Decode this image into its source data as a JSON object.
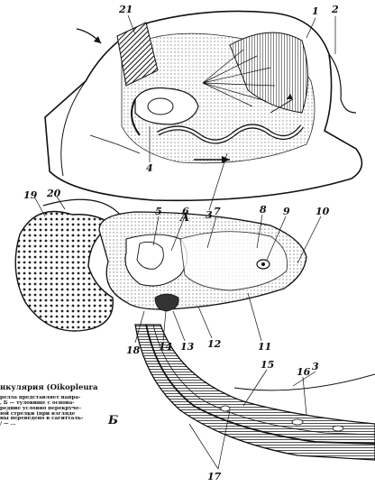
{
  "figure": {
    "panels": {
      "a": "A",
      "b": "Б"
    },
    "labels_a": [
      "21",
      "1",
      "2",
      "4",
      "3"
    ],
    "labels_b": [
      "19",
      "20",
      "5",
      "6",
      "7",
      "8",
      "9",
      "10",
      "18",
      "14",
      "13",
      "12",
      "11",
      "3",
      "15",
      "16",
      "17"
    ],
    "caption_title": "нкулярия (Oikopleura",
    "caption_body": "релла представляет напра-\n, Б — туловище с основа-\nредние условно перекруче-\nюй стрелки (при взгляде\nны перевёдено в сагитталь-\n/ — ..."
  }
}
